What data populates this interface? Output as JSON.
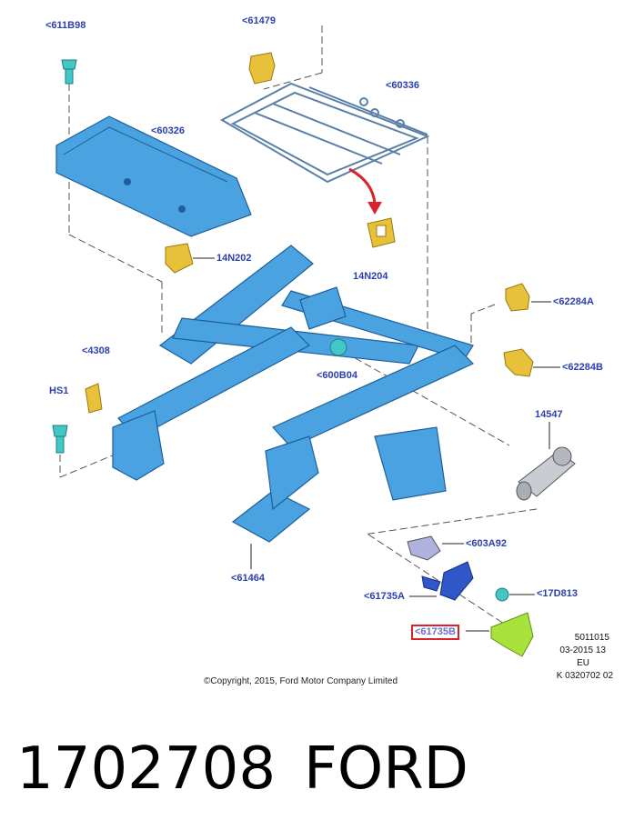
{
  "callouts": {
    "c611B98": "<611B98",
    "c61479": "<61479",
    "c60336": "<60336",
    "c60326": "<60326",
    "c14N202": "14N202",
    "c14N204": "14N204",
    "c62284A": "<62284A",
    "c4308": "<4308",
    "c600B04": "<600B04",
    "c62284B": "<62284B",
    "cHS1": "HS1",
    "c14547": "14547",
    "c603A92": "<603A92",
    "c61464": "<61464",
    "c61735A": "<61735A",
    "c17D813": "<17D813",
    "c61735B": "<61735B"
  },
  "meta": {
    "line1": "5011015",
    "line2": "03-2015 13",
    "line3": "EU",
    "line4": "K 0320702 02"
  },
  "copyright": "©Copyright, 2015, Ford Motor Company Limited",
  "part_number": "1702708",
  "brand": "FORD",
  "colors": {
    "frame_blue": "#4aa3e0",
    "bracket_yellow": "#e8c13a",
    "fastener_teal": "#43c6c4",
    "highlight_green": "#a9e23c",
    "callout_text": "#2b3fb3",
    "arrow_red": "#d8232a"
  }
}
